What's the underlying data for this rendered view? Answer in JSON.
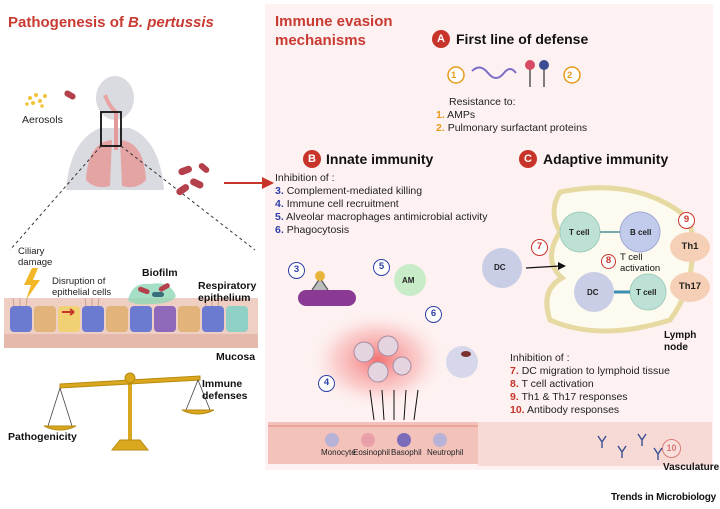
{
  "left": {
    "title_prefix": "Pathogenesis of ",
    "title_species": "B. pertussis",
    "aerosols": "Aerosols",
    "ciliary_damage": "Ciliary damage",
    "disruption": "Disruption of epithelial cells",
    "biofilm": "Biofilm",
    "respiratory": "Respiratory epithelium",
    "mucosa": "Mucosa",
    "immune_defenses": "Immune defenses",
    "pathogenicity": "Pathogenicity"
  },
  "right": {
    "title_line1": "Immune evasion",
    "title_line2": "mechanisms",
    "sectionA": {
      "badge": "A",
      "title": "First line of defense",
      "resistance": "Resistance to:",
      "items": [
        {
          "num": "1.",
          "text": "AMPs"
        },
        {
          "num": "2.",
          "text": "Pulmonary surfactant proteins"
        }
      ],
      "markers": [
        "1",
        "2"
      ]
    },
    "sectionB": {
      "badge": "B",
      "title": "Innate immunity",
      "inhibition": "Inhibition of :",
      "items": [
        {
          "num": "3.",
          "text": "Complement-mediated killing"
        },
        {
          "num": "4.",
          "text": "Immune cell recruitment"
        },
        {
          "num": "5.",
          "text": "Alveolar macrophages antimicrobial activity"
        },
        {
          "num": "6.",
          "text": "Phagocytosis"
        }
      ],
      "markers": [
        "3",
        "4",
        "5",
        "6"
      ],
      "am": "AM",
      "cells": [
        "Monocyte",
        "Eosinophil",
        "Basophil",
        "Neutrophil"
      ]
    },
    "sectionC": {
      "badge": "C",
      "title": "Adaptive immunity",
      "markers": [
        "7",
        "8",
        "9",
        "10"
      ],
      "dc": "DC",
      "tcell": "T cell",
      "bcell": "B cell",
      "tcell_activation": "T cell activation",
      "th1": "Th1",
      "th17": "Th17",
      "lymph_node": "Lymph node",
      "inhibition": "Inhibition of :",
      "items": [
        {
          "num": "7.",
          "text": "DC migration to lymphoid tissue"
        },
        {
          "num": "8.",
          "text": "T cell activation"
        },
        {
          "num": "9.",
          "text": "Th1 & Th17 responses"
        },
        {
          "num": "10.",
          "text": "Antibody responses"
        }
      ]
    },
    "vasculature": "Vasculature"
  },
  "footer": "Trends in Microbiology",
  "colors": {
    "red": "#c8332a",
    "blue": "#2d3fa8",
    "orange": "#e89a1d",
    "panel": "#fdf2f1"
  }
}
